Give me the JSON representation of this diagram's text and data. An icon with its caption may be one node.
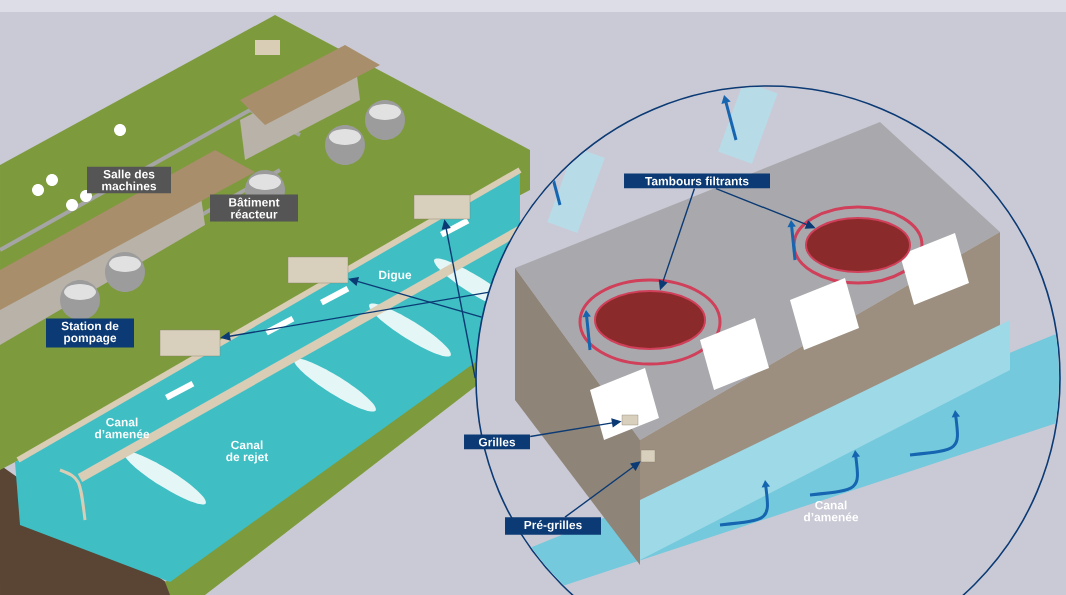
{
  "diagram": {
    "nodes": [
      {
        "text": [
          "Salle des machines"
        ]
      },
      {
        "text": [
          "Bâtiment réacteur"
        ]
      },
      {
        "text": [
          "Station de pompage"
        ]
      },
      {
        "text": [
          "Digue"
        ]
      },
      {
        "text": [
          "Canal d’amenée"
        ]
      },
      {
        "text": [
          "Canal de rejet"
        ]
      },
      {
        "text": [],
        "shape": "circle"
      },
      {
        "text": [
          "Tambours filtrants"
        ],
        "in": 6
      },
      {
        "text": [
          "Grilles"
        ]
      },
      {
        "text": [
          "Pré-grilles"
        ],
        "in": 6
      },
      {
        "text": [
          "Canal d’amenée"
        ],
        "in": 6
      },
      {
        "text": [],
        "shape": "box"
      },
      {
        "text": [],
        "shape": "box"
      },
      {
        "text": [],
        "shape": "box"
      },
      {
        "text": [],
        "shape": "cylinder",
        "in": 6
      },
      {
        "text": [],
        "shape": "cylinder",
        "in": 6
      },
      {
        "text": [],
        "shape": "box",
        "in": 6
      },
      {
        "text": [],
        "shape": "box",
        "in": 6
      }
    ],
    "edges": [
      {
        "from": 6,
        "to": 13,
        "arrow": "to"
      },
      {
        "from": 6,
        "to": 12,
        "arrow": "to"
      },
      {
        "from": 6,
        "to": 11,
        "arrow": "to"
      },
      {
        "from": 7,
        "to": 14,
        "arrow": "to"
      },
      {
        "from": 7,
        "to": 15,
        "arrow": "to"
      },
      {
        "from": 8,
        "to": 16,
        "arrow": "to"
      },
      {
        "from": 9,
        "to": 17,
        "arrow": "to"
      }
    ]
  }
}
